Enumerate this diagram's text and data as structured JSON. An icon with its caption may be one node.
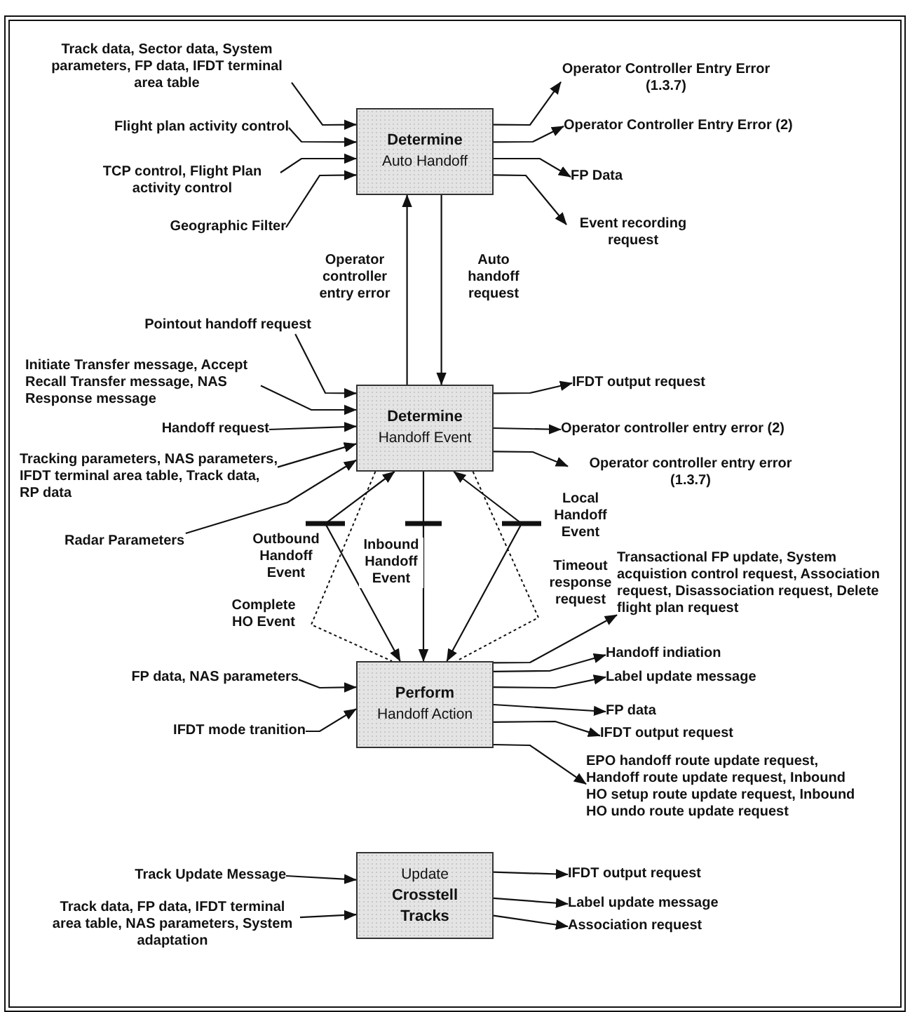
{
  "diagram": {
    "nodes": [
      {
        "text": [
          "**Determine** Auto Handoff"
        ]
      },
      {
        "text": [
          "**Determine** Handoff Event"
        ]
      },
      {
        "text": [
          "**Perform** Handoff Action"
        ]
      },
      {
        "text": [
          "Update **Crosstell Tracks**"
        ]
      },
      {
        "text": [
          "Track data, Sector data, System parameters, FP data, IFDT terminal area table"
        ]
      },
      {
        "text": [
          "Flight plan activity control"
        ]
      },
      {
        "text": [
          "TCP control, Flight Plan activity control"
        ]
      },
      {
        "text": [
          "Geographic Filter"
        ]
      },
      {
        "text": [
          "Operator Controller Entry Error (1.3.7)"
        ]
      },
      {
        "text": [
          "Operator Controller Entry Error (2)"
        ]
      },
      {
        "text": [
          "FP Data"
        ]
      },
      {
        "text": [
          "Event recording request"
        ]
      },
      {
        "text": [
          "Pointout handoff request"
        ]
      },
      {
        "text": [
          "Initiate Transfer message, Accept Recall Transfer message, NAS Response message"
        ]
      },
      {
        "text": [
          "Handoff request"
        ]
      },
      {
        "text": [
          "Tracking parameters, NAS parameters, IFDT terminal area table, Track data, RP data"
        ]
      },
      {
        "text": [
          "Radar Parameters"
        ]
      },
      {
        "text": [
          "IFDT output request"
        ]
      },
      {
        "text": [
          "Operator controller entry error (2)"
        ]
      },
      {
        "text": [
          "Operator controller entry error (1.3.7)"
        ]
      },
      {
        "text": [
          "Transactional FP update, System acquistion control request, Association request, Disassociation request, Delete flight plan request"
        ]
      },
      {
        "text": [
          "FP data, NAS parameters"
        ]
      },
      {
        "text": [
          "IFDT mode tranition"
        ]
      },
      {
        "text": [
          "Handoff indiation"
        ]
      },
      {
        "text": [
          "Label update message"
        ]
      },
      {
        "text": [
          "FP data"
        ]
      },
      {
        "text": [
          "IFDT output request"
        ]
      },
      {
        "text": [
          "EPO handoff route update request, Handoff route update request, Inbound HO setup route update request, Inbound HO undo route update request"
        ]
      },
      {
        "text": [
          "Track Update Message"
        ]
      },
      {
        "text": [
          "Track data, FP data, IFDT terminal area table, NAS parameters, System adaptation"
        ]
      },
      {
        "text": [
          "IFDT output request"
        ]
      },
      {
        "text": [
          "Label update message"
        ]
      },
      {
        "text": [
          "Association request"
        ]
      }
    ],
    "edges": [
      {
        "from": 4,
        "to": 0,
        "arrow": "to"
      },
      {
        "from": 5,
        "to": 0,
        "arrow": "to"
      },
      {
        "from": 6,
        "to": 0,
        "arrow": "to"
      },
      {
        "from": 7,
        "to": 0,
        "arrow": "to"
      },
      {
        "from": 0,
        "to": 8,
        "arrow": "to"
      },
      {
        "from": 0,
        "to": 9,
        "arrow": "to"
      },
      {
        "from": 0,
        "to": 10,
        "arrow": "to"
      },
      {
        "from": 0,
        "to": 11,
        "arrow": "to"
      },
      {
        "from": 1,
        "to": 0,
        "arrow": "to",
        "label": "Operator controller entry error"
      },
      {
        "from": 0,
        "to": 1,
        "arrow": "to",
        "label": "Auto handoff request"
      },
      {
        "from": 12,
        "to": 1,
        "arrow": "to"
      },
      {
        "from": 13,
        "to": 1,
        "arrow": "to"
      },
      {
        "from": 14,
        "to": 1,
        "arrow": "to"
      },
      {
        "from": 15,
        "to": 1,
        "arrow": "to"
      },
      {
        "from": 16,
        "to": 1,
        "arrow": "to"
      },
      {
        "from": 1,
        "to": 17,
        "arrow": "to"
      },
      {
        "from": 1,
        "to": 18,
        "arrow": "to"
      },
      {
        "from": 1,
        "to": 19,
        "arrow": "to"
      },
      {
        "from": 1,
        "to": 2,
        "arrow": "both",
        "label": "Outbound Handoff Event"
      },
      {
        "from": 1,
        "to": 2,
        "arrow": "to",
        "label": "Inbound Handoff Event"
      },
      {
        "from": 1,
        "to": 2,
        "arrow": "both",
        "label": "Local Handoff Event"
      },
      {
        "from": 1,
        "to": 2,
        "arrow": "none",
        "label": "Complete HO Event",
        "style": "dashed"
      },
      {
        "from": 1,
        "to": 2,
        "arrow": "none",
        "label": "Timeout response request",
        "style": "dashed"
      },
      {
        "from": 2,
        "to": 20,
        "arrow": "to"
      },
      {
        "from": 2,
        "to": 23,
        "arrow": "to"
      },
      {
        "from": 2,
        "to": 24,
        "arrow": "to"
      },
      {
        "from": 2,
        "to": 25,
        "arrow": "to"
      },
      {
        "from": 2,
        "to": 26,
        "arrow": "to"
      },
      {
        "from": 2,
        "to": 27,
        "arrow": "to"
      },
      {
        "from": 21,
        "to": 2,
        "arrow": "to"
      },
      {
        "from": 22,
        "to": 2,
        "arrow": "to"
      },
      {
        "from": 28,
        "to": 3,
        "arrow": "to"
      },
      {
        "from": 29,
        "to": 3,
        "arrow": "to"
      },
      {
        "from": 3,
        "to": 30,
        "arrow": "to"
      },
      {
        "from": 3,
        "to": 31,
        "arrow": "to"
      },
      {
        "from": 3,
        "to": 32,
        "arrow": "to"
      }
    ]
  }
}
